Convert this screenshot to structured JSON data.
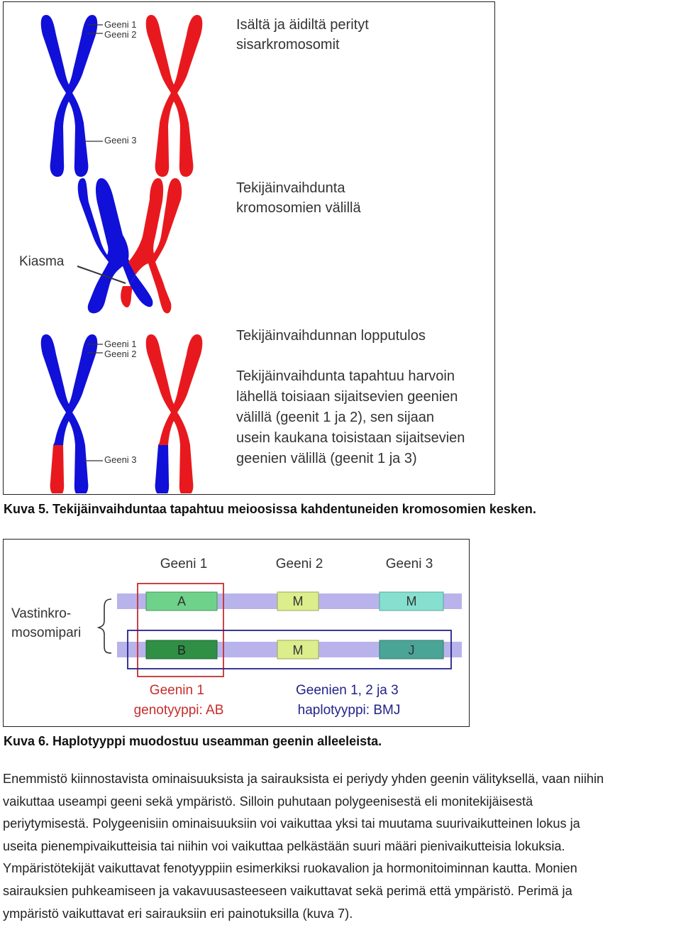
{
  "figure5": {
    "title": "Isältä ja äidiltä perityt\nsisarkromosomit",
    "crossover_title": "Tekijäinvaihdunta\nkromosomien välillä",
    "chiasma_label": "Kiasma",
    "result_title": "Tekijäinvaihdunnan lopputulos",
    "result_text": "Tekijäinvaihdunta tapahtuu harvoin\nlähellä toisiaan sijaitsevien geenien\nvälillä (geenit 1 ja 2), sen sijaan\nusein kaukana toisistaan sijaitsevien\ngeenien välillä (geenit 1 ja 3)",
    "gene1_label": "Geeni 1",
    "gene2_label": "Geeni 2",
    "gene3_label": "Geeni 3",
    "colors": {
      "paternal": "#1010d8",
      "maternal": "#e8191e"
    },
    "caption": "Kuva 5. Tekijäinvaihduntaa tapahtuu meioosissa kahdentuneiden kromosomien kesken."
  },
  "figure6": {
    "gene_headers": [
      "Geeni 1",
      "Geeni 2",
      "Geeni 3"
    ],
    "pair_label": "Vastinkro-\nmosomipari",
    "top_alleles": [
      "A",
      "M",
      "M"
    ],
    "bottom_alleles": [
      "B",
      "M",
      "J"
    ],
    "genotype_label": "Geenin 1\ngenotyyppi: AB",
    "haplotype_label": "Geenien 1, 2 ja 3\nhaplotyyppi: BMJ",
    "colors": {
      "chromosome": "#b9b3ec",
      "allele_A": "#6fd28b",
      "allele_B": "#2f8f45",
      "allele_M_gene2": "#dced8c",
      "allele_M_gene3": "#86e0cf",
      "allele_J": "#4aa597",
      "genotype_box": "#c62d2d",
      "haplotype_box": "#23238a"
    },
    "caption": "Kuva 6. Haplotyyppi muodostuu useamman geenin alleeleista."
  },
  "body_text": [
    "Enemmistö kiinnostavista ominaisuuksista ja sairauksista ei periydy yhden geenin välityksellä, vaan niihin",
    "vaikuttaa useampi geeni sekä ympäristö. Silloin puhutaan polygeenisestä eli monitekijäisestä",
    "periytymisestä. Polygeenisiin ominaisuuksiin voi vaikuttaa yksi tai muutama suurivaikutteinen lokus ja",
    "useita pienempivaikutteisia tai niihin voi vaikuttaa pelkästään suuri määri pienivaikutteisia lokuksia.",
    "Ympäristötekijät vaikuttavat fenotyyppiin esimerkiksi ruokavalion ja hormonitoiminnan kautta. Monien",
    "sairauksien puhkeamiseen ja vakavuusasteeseen vaikuttavat sekä perimä että ympäristö. Perimä ja",
    "ympäristö vaikuttavat eri sairauksiin eri painotuksilla (kuva 7)."
  ]
}
